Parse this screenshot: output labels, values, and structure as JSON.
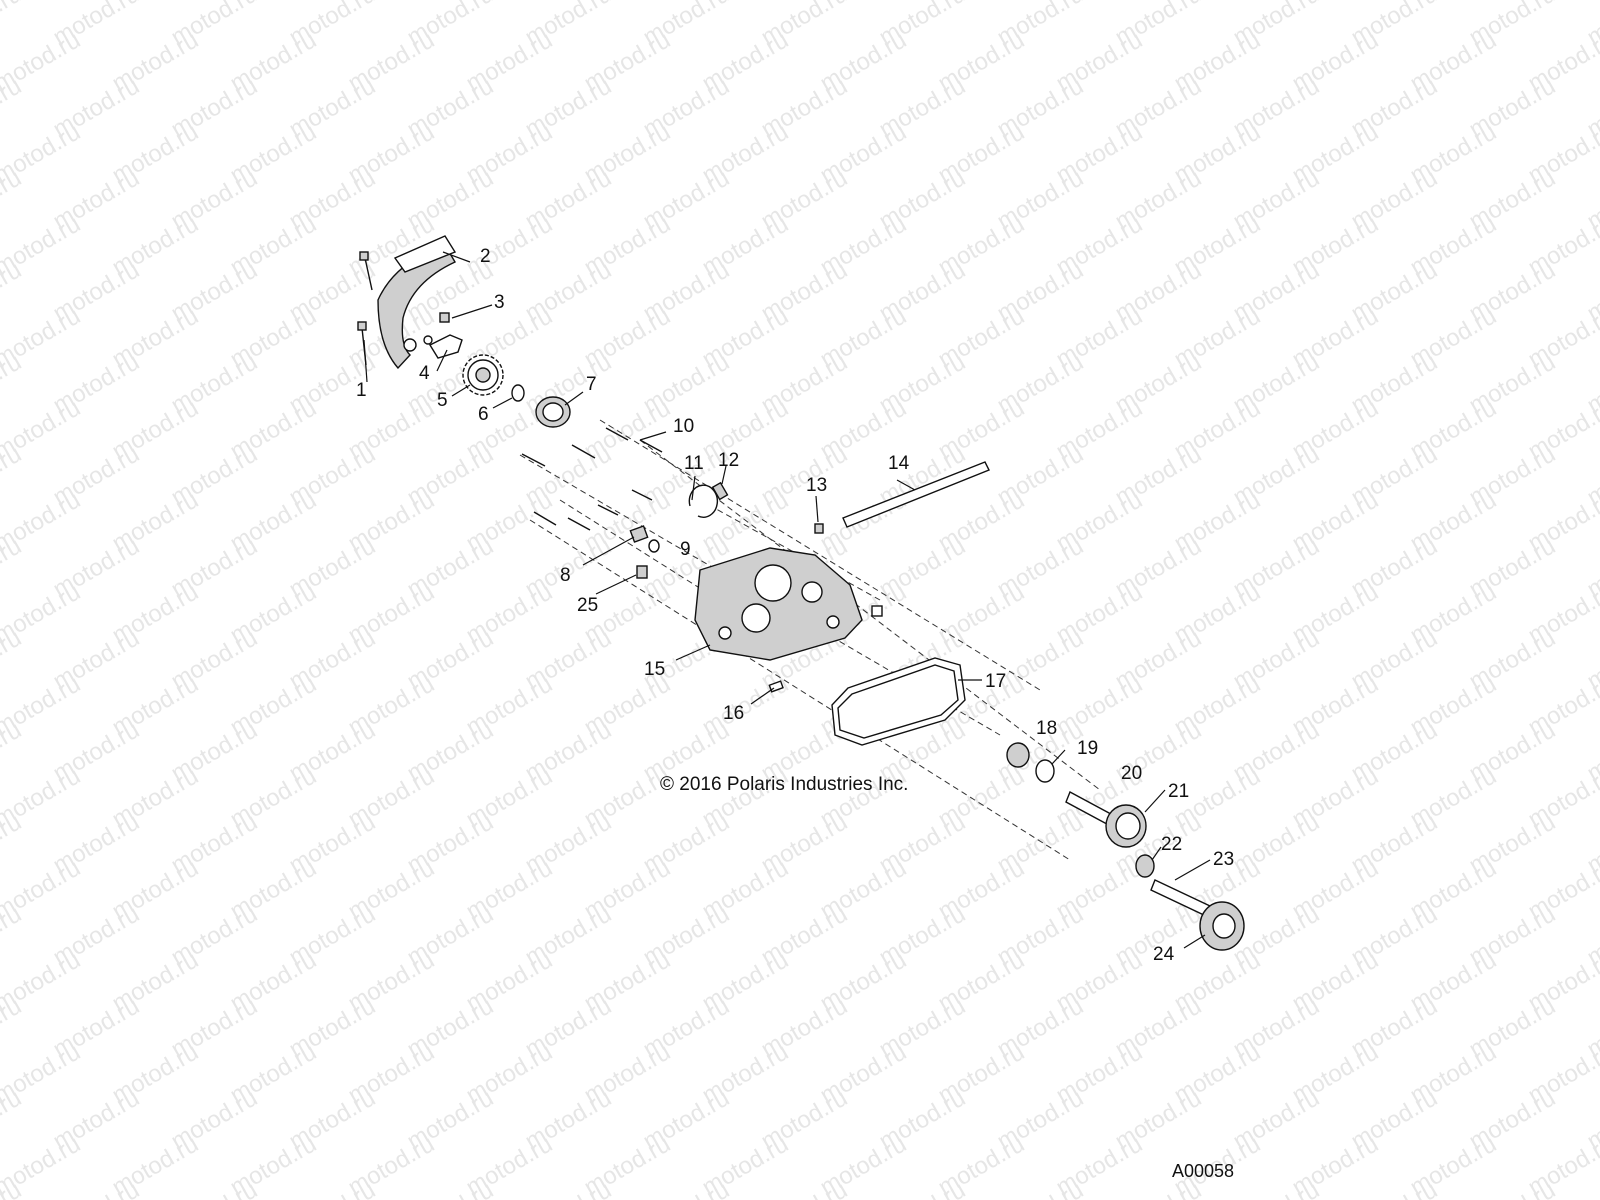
{
  "watermark": "motod.ru",
  "copyright": "© 2016 Polaris Industries Inc.",
  "drawing_code": "A00058",
  "callouts": [
    "1",
    "2",
    "3",
    "4",
    "5",
    "6",
    "7",
    "8",
    "9",
    "10",
    "11",
    "12",
    "13",
    "14",
    "15",
    "16",
    "17",
    "18",
    "19",
    "20",
    "21",
    "22",
    "23",
    "24",
    "25"
  ]
}
